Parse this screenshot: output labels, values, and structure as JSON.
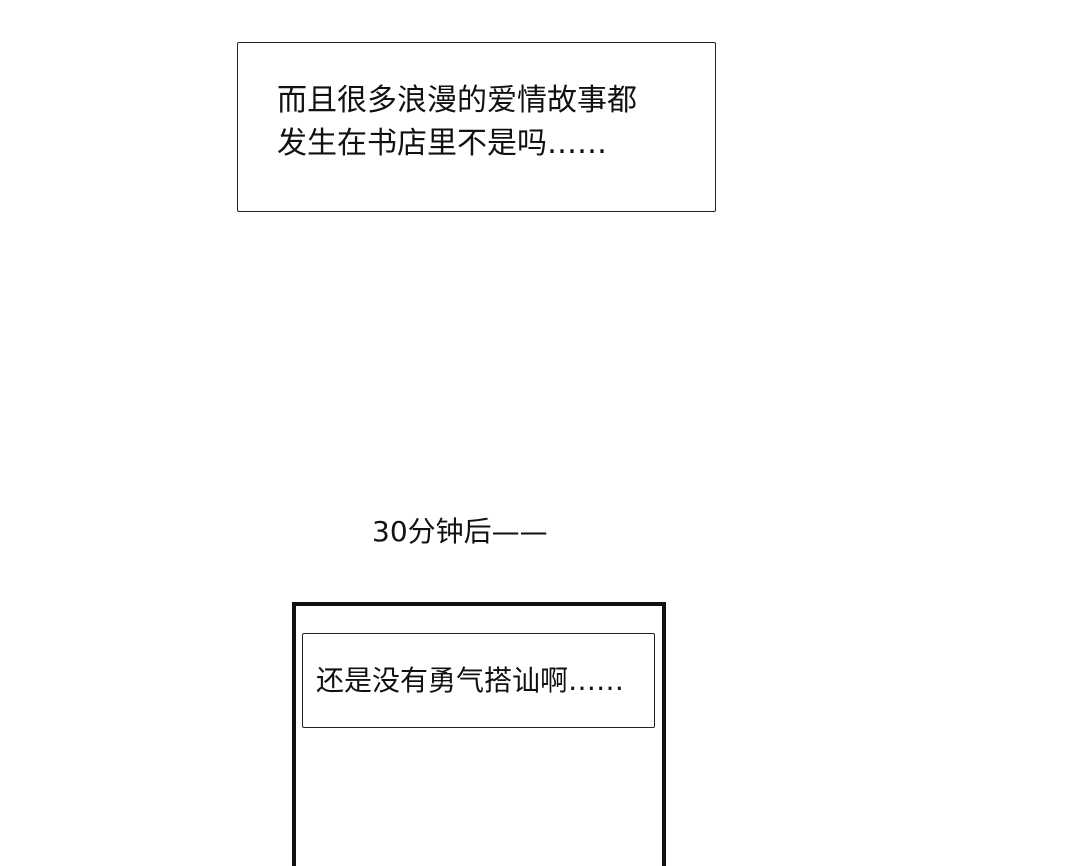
{
  "top_caption": {
    "lines": [
      "而且很多浪漫的爱情故事都",
      "发生在书店里不是吗……"
    ]
  },
  "time_caption": "30分钟后——",
  "panel_caption": "还是没有勇气搭讪啊……"
}
